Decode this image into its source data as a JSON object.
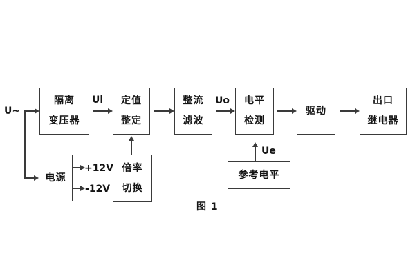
{
  "figure_caption": "图 1",
  "signals": {
    "input": "U~",
    "ui": "Ui",
    "uo": "Uo",
    "ue": "Ue",
    "rail_pos": "+12V",
    "rail_neg": "-12V"
  },
  "blocks": {
    "isolation_transformer": {
      "line1": "隔离",
      "line2": "变压器"
    },
    "setpoint": {
      "line1": "定值",
      "line2": "整定"
    },
    "rectifier_filter": {
      "line1": "整流",
      "line2": "滤波"
    },
    "level_detection": {
      "line1": "电平",
      "line2": "检测"
    },
    "drive": {
      "label": "驱动"
    },
    "output_relay": {
      "line1": "出口",
      "line2": "继电器"
    },
    "power_supply": {
      "label": "电源"
    },
    "ratio_switch": {
      "line1": "倍率",
      "line2": "切换"
    },
    "reference_level": {
      "label": "参考电平"
    }
  },
  "colors": {
    "line": "#3a3a3a",
    "text": "#151515",
    "background": "#ffffff"
  }
}
